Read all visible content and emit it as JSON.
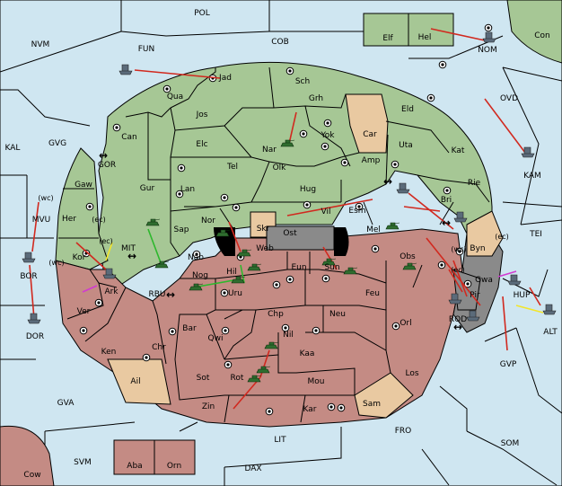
{
  "regions": {
    "sea": [
      "POL",
      "NVM",
      "FUN",
      "COB",
      "NOM",
      "Con",
      "OVD",
      "KAL",
      "GVG",
      "KAM",
      "TEI",
      "MVU",
      "GOR",
      "MIT",
      "BOR",
      "DOR",
      "RBU",
      "GVP",
      "ROD",
      "ALT",
      "GVA",
      "FRO",
      "SOM",
      "LIT",
      "SVM",
      "DAX",
      "Cow"
    ],
    "green": [
      "Elf",
      "Hel",
      "Jad",
      "Sch",
      "Qua",
      "Jos",
      "Grh",
      "Eld",
      "Can",
      "Elc",
      "Nar",
      "Yok",
      "Uta",
      "Kat",
      "Tel",
      "Olk",
      "Amp",
      "Gur",
      "Lan",
      "Hug",
      "Rie",
      "Bri",
      "Gaw",
      "Her",
      "Vil",
      "Esm",
      "Sap",
      "Nor",
      "Kor",
      "Mel",
      "Nab"
    ],
    "red": [
      "Web",
      "Ost",
      "Obs",
      "Ark",
      "Nog",
      "Hil",
      "Eun",
      "Sun",
      "Ver",
      "Uru",
      "Feu",
      "Bar",
      "Chp",
      "Neu",
      "Qwi",
      "Orl",
      "Ken",
      "Chr",
      "Nil",
      "Kaa",
      "Los",
      "Sot",
      "Mou",
      "Rot",
      "Zin",
      "Kar",
      "Sam",
      "Aba",
      "Orn"
    ],
    "tan": [
      "Car",
      "Skr",
      "Byn",
      "Ail"
    ],
    "gray": [
      "Gwa",
      "Pir",
      "HUP"
    ]
  },
  "coast_labels": [
    "(wc)",
    "(ec)",
    "(ec)",
    "(wc)",
    "(wc)",
    "(ec)",
    "(ec)"
  ],
  "arrow_glyph": "↔",
  "colors": {
    "sea": "#cfe6f1",
    "green": "#a6c795",
    "red": "#c48b84",
    "tan": "#e9c9a1",
    "gray": "#8a8a8a",
    "order_arrow": "#d1291f",
    "support_green": "#2db82d",
    "support_yellow": "#f2e52a",
    "convoy_magenta": "#d13ad1"
  }
}
